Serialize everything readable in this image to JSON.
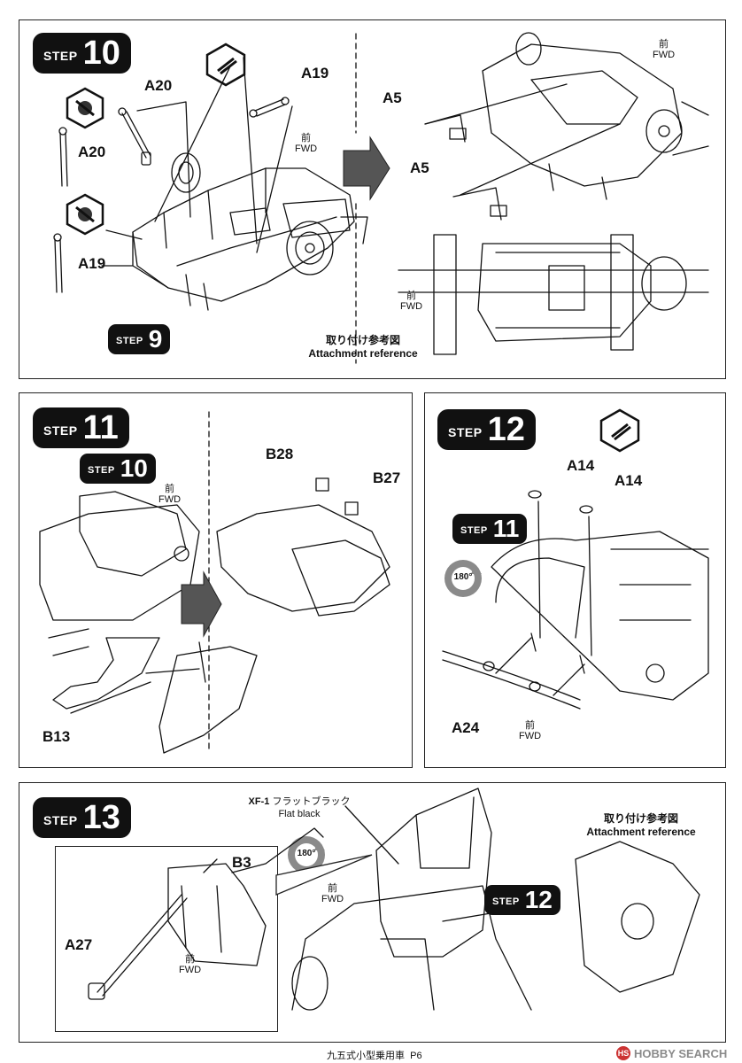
{
  "step_word": "STEP",
  "fwd": {
    "jp": "前",
    "en": "FWD"
  },
  "step10": {
    "num": "10",
    "parts": {
      "a20_top": "A20",
      "a19_top": "A19",
      "a20_side": "A20",
      "a19_side": "A19",
      "a5_top": "A5",
      "a5_bottom": "A5"
    },
    "sub_step": "9",
    "reference_jp": "取り付け参考図",
    "reference_en": "Attachment reference"
  },
  "step11": {
    "num": "11",
    "sub_step": "10",
    "parts": {
      "b28": "B28",
      "b27": "B27",
      "b13": "B13"
    }
  },
  "step12": {
    "num": "12",
    "sub_step": "11",
    "rotate": "180°",
    "parts": {
      "a14_left": "A14",
      "a14_right": "A14",
      "a24": "A24"
    }
  },
  "step13": {
    "num": "13",
    "sub_step": "12",
    "rotate": "180°",
    "paint_code": "XF-1",
    "paint_jp": "フラットブラック",
    "paint_en": "Flat black",
    "parts": {
      "b3": "B3",
      "a27": "A27"
    },
    "reference_jp": "取り付け参考図",
    "reference_en": "Attachment reference"
  },
  "footer": {
    "title": "九五式小型乗用車",
    "page": "P6"
  },
  "watermark": {
    "logo": "HS",
    "text": "HOBBY SEARCH"
  }
}
